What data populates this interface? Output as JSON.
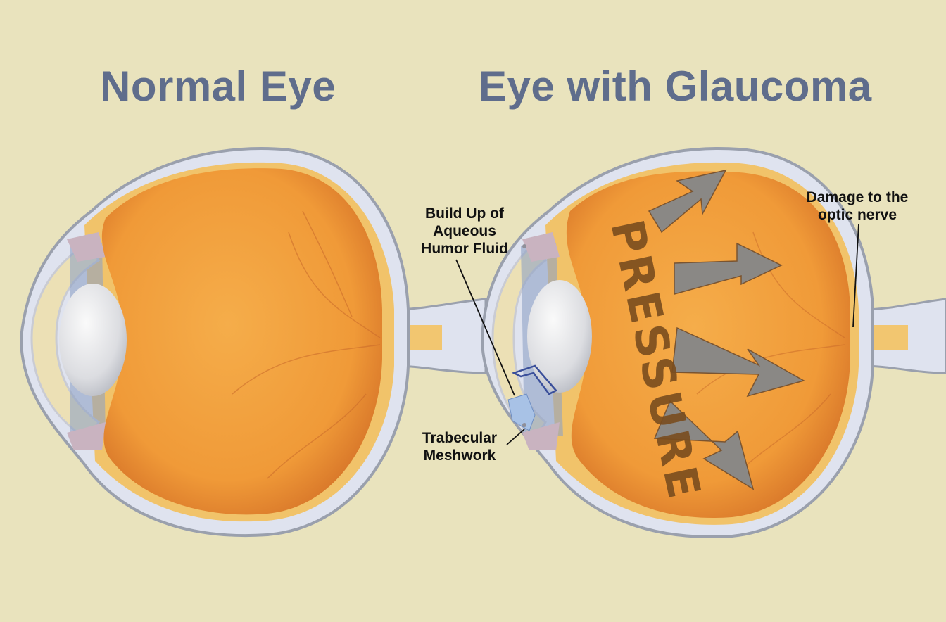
{
  "titles": {
    "normal": "Normal Eye",
    "glaucoma": "Eye with Glaucoma"
  },
  "labels": {
    "fluid": "Build Up of\nAqueous\nHumor Fluid",
    "meshwork": "Trabecular\nMeshwork",
    "nerve": "Damage to the\noptic nerve"
  },
  "pressure_text": "PRESSURE",
  "colors": {
    "background": "#e9e3bd",
    "title": "#5f6d8c",
    "vitreous": "#f0a040",
    "vitreous_dark": "#d9782a",
    "sclera": "#dfe3ef",
    "retina": "#f1c36a",
    "lens": "#e6e7ea",
    "arrow": "#8a8885",
    "pressure": "#7a4d1e",
    "damage": "#e8552b"
  }
}
